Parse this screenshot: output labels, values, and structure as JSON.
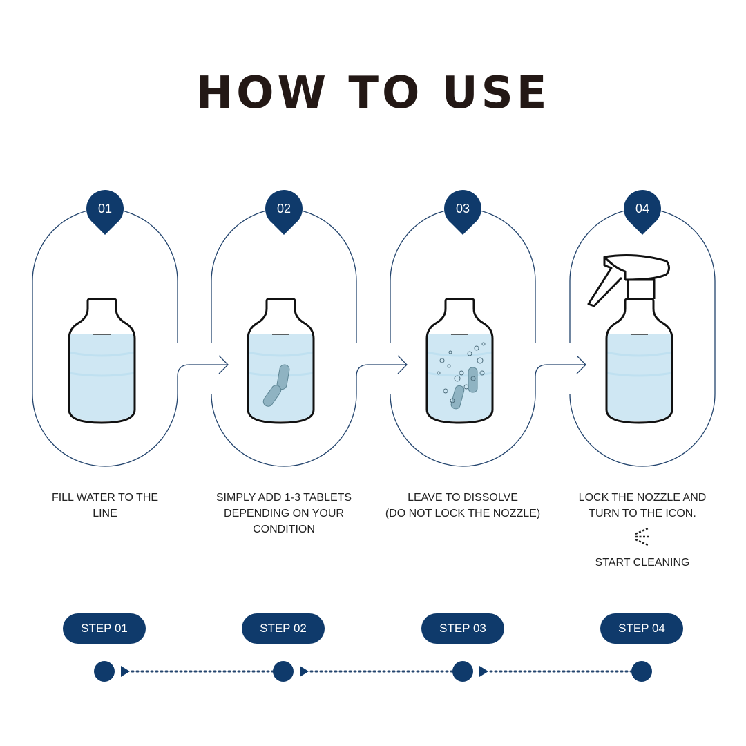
{
  "title": "HOW TO USE",
  "steps": [
    {
      "number": "01",
      "caption_lines": [
        "FILL WATER TO THE",
        "LINE"
      ],
      "button": "STEP 01",
      "illustration": "bottle-water"
    },
    {
      "number": "02",
      "caption_lines": [
        "SIMPLY ADD 1-3 TABLETS",
        "DEPENDING ON YOUR",
        "CONDITION"
      ],
      "button": "STEP 02",
      "illustration": "bottle-tablets"
    },
    {
      "number": "03",
      "caption_lines": [
        "LEAVE TO DISSOLVE",
        "(DO NOT LOCK THE NOZZLE)"
      ],
      "button": "STEP 03",
      "illustration": "bottle-bubbles"
    },
    {
      "number": "04",
      "caption_lines": [
        "LOCK THE NOZZLE AND",
        "TURN TO THE ICON."
      ],
      "extra": "START CLEANING",
      "button": "STEP 04",
      "illustration": "spray-bottle"
    }
  ],
  "colors": {
    "navy": "#0f3a6b",
    "water": "#cfe7f3",
    "title": "#231815"
  }
}
